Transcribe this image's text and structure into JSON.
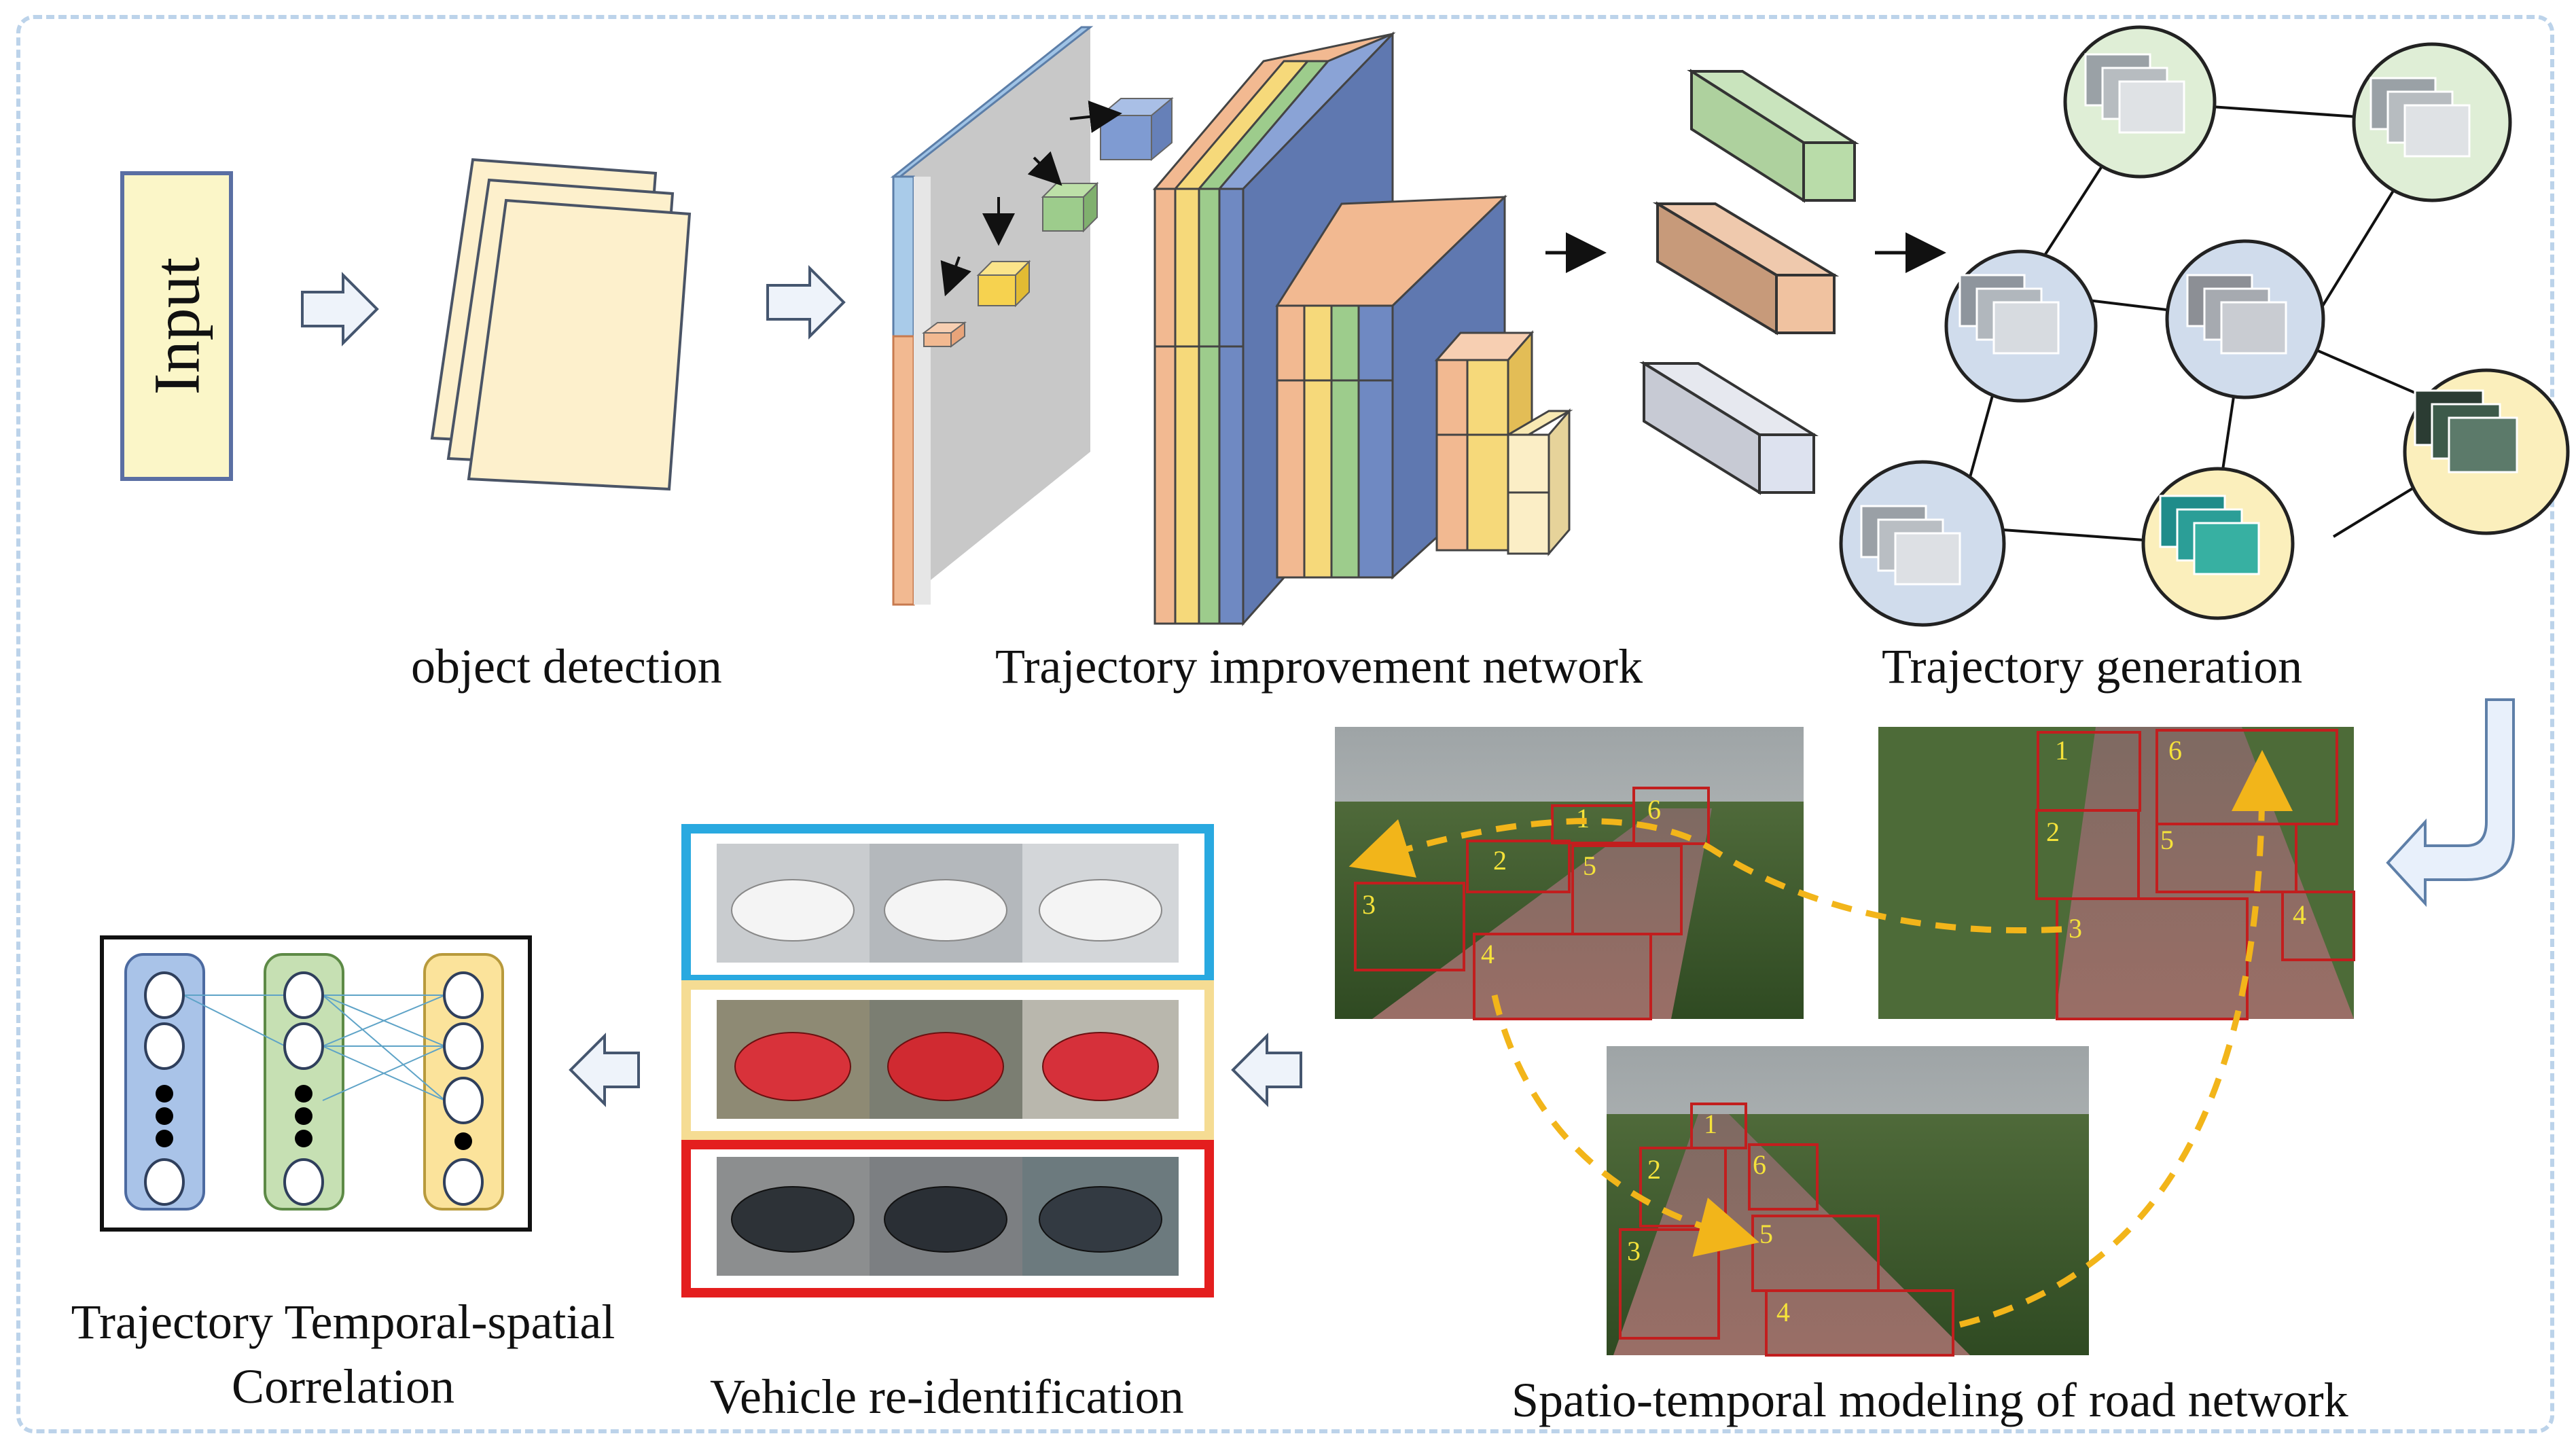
{
  "stages": {
    "input": "Input",
    "object_detection": "object detection",
    "trajectory_improvement": "Trajectory improvement network",
    "trajectory_generation": "Trajectory generation",
    "correlation_line1": "Trajectory Temporal-spatial",
    "correlation_line2": "Correlation",
    "reid": "Vehicle re-identification",
    "spatio_temporal": "Spatio-temporal modeling of road network"
  },
  "scene_boxes": {
    "scene_a": [
      "1",
      "2",
      "3",
      "4",
      "5",
      "6"
    ],
    "scene_b": [
      "1",
      "2",
      "3",
      "4",
      "5",
      "6"
    ],
    "scene_c": [
      "1",
      "2",
      "3",
      "4",
      "5",
      "6"
    ]
  },
  "colors": {
    "frame_border": "#bcd3ea",
    "input_fill": "#fbf6c8",
    "input_border": "#5a6fa3",
    "arrow_fill": "#eef3fa",
    "arrow_stroke": "#45566f",
    "layer_blue": "#6f89c2",
    "layer_orange": "#f2b991",
    "layer_yellow": "#f6d97a",
    "layer_green": "#9dcc8c",
    "gray_panel": "#c7c7c7",
    "bbox_red": "#d21f1f",
    "dash_yellow": "#f2b51a",
    "reid_blue": "#29a9e0",
    "reid_yellow": "#f5dc93",
    "reid_red": "#e41e1e",
    "node_blue": "#d0dcec",
    "node_green": "#dfeed6",
    "node_yellow": "#fbefbc"
  },
  "icons": [
    "hollow-right-arrow",
    "hollow-left-arrow",
    "curved-down-left-arrow",
    "black-arrow"
  ]
}
